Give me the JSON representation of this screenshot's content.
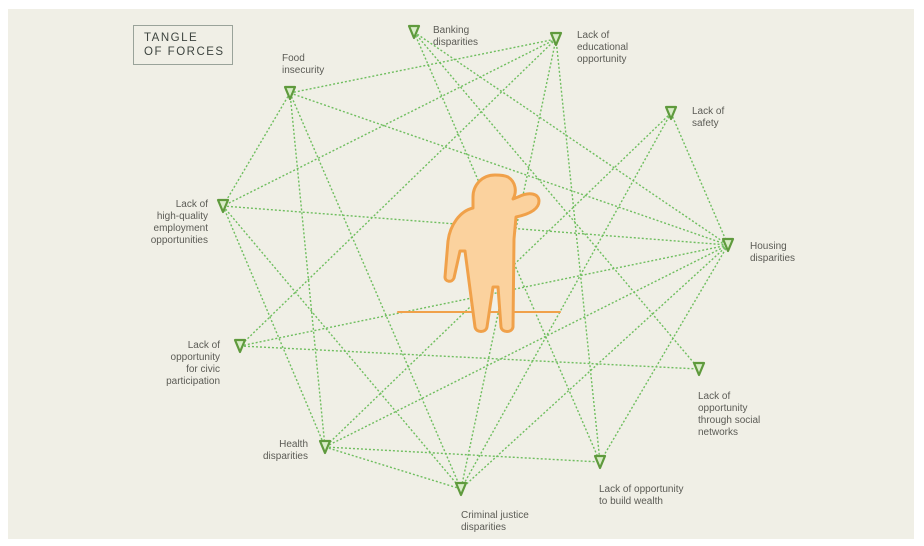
{
  "title": [
    "TANGLE",
    "OF FORCES"
  ],
  "colors": {
    "background": "#f0efe6",
    "link": "#6fbe5f",
    "node": "#5f9a3d",
    "figure": "#f0a14a"
  },
  "figure_icon": "person-shading-eyes-icon",
  "nodes": [
    {
      "id": "food",
      "label": "Food\ninsecurity"
    },
    {
      "id": "banking",
      "label": "Banking\ndisparities"
    },
    {
      "id": "education",
      "label": "Lack of\neducational\nopportunity"
    },
    {
      "id": "safety",
      "label": "Lack of\nsafety"
    },
    {
      "id": "employment",
      "label": "Lack of\nhigh-quality\nemployment\nopportunities"
    },
    {
      "id": "housing",
      "label": "Housing\ndisparities"
    },
    {
      "id": "civic",
      "label": "Lack of\nopportunity\nfor civic\nparticipation"
    },
    {
      "id": "social",
      "label": "Lack of\nopportunity\nthrough social\nnetworks"
    },
    {
      "id": "health",
      "label": "Health\ndisparities"
    },
    {
      "id": "wealth",
      "label": "Lack of opportunity\nto build wealth"
    },
    {
      "id": "criminal",
      "label": "Criminal justice\ndisparities"
    }
  ],
  "edges": [
    [
      "food",
      "education"
    ],
    [
      "food",
      "employment"
    ],
    [
      "food",
      "housing"
    ],
    [
      "food",
      "health"
    ],
    [
      "food",
      "criminal"
    ],
    [
      "banking",
      "housing"
    ],
    [
      "banking",
      "social"
    ],
    [
      "banking",
      "wealth"
    ],
    [
      "education",
      "employment"
    ],
    [
      "education",
      "civic"
    ],
    [
      "education",
      "criminal"
    ],
    [
      "education",
      "wealth"
    ],
    [
      "safety",
      "housing"
    ],
    [
      "safety",
      "health"
    ],
    [
      "safety",
      "criminal"
    ],
    [
      "employment",
      "housing"
    ],
    [
      "employment",
      "health"
    ],
    [
      "employment",
      "criminal"
    ],
    [
      "civic",
      "housing"
    ],
    [
      "civic",
      "social"
    ],
    [
      "housing",
      "health"
    ],
    [
      "housing",
      "wealth"
    ],
    [
      "housing",
      "criminal"
    ],
    [
      "health",
      "criminal"
    ],
    [
      "health",
      "wealth"
    ]
  ]
}
